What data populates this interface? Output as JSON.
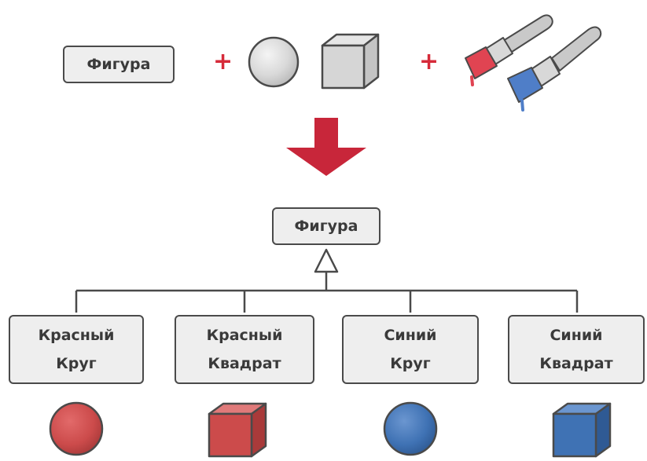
{
  "top": {
    "shape_label": "Фигура",
    "plus_sign": "+"
  },
  "hierarchy": {
    "parent": "Фигура",
    "children": [
      {
        "line1": "Красный",
        "line2": "Круг",
        "color": "#cc4b4b",
        "shape": "sphere"
      },
      {
        "line1": "Красный",
        "line2": "Квадрат",
        "color": "#cc4b4b",
        "shape": "cube"
      },
      {
        "line1": "Синий",
        "line2": "Круг",
        "color": "#3f72b4",
        "shape": "sphere"
      },
      {
        "line1": "Синий",
        "line2": "Квадрат",
        "color": "#3f72b4",
        "shape": "cube"
      }
    ]
  },
  "colors": {
    "accent_red": "#d62b3a",
    "paint_red": "#e04452",
    "paint_blue": "#4f7ec8",
    "box_fill": "#eeeeee",
    "box_border": "#4a4a4a"
  }
}
